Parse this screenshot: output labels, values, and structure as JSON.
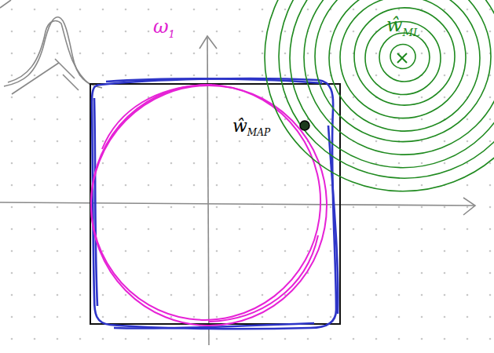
{
  "diagram": {
    "labels": [
      "ω1",
      "ŵML",
      "ŵMAP"
    ]
  }
}
